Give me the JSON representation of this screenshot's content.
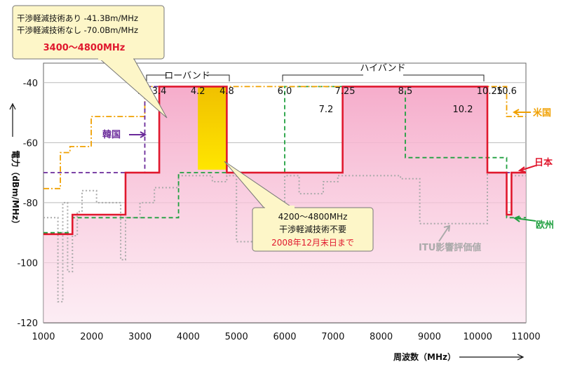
{
  "chart_data": {
    "type": "line",
    "xlabel": "周波数（MHz）",
    "ylabel": "電力（dBm/MHz）",
    "xlim": [
      1000,
      11000
    ],
    "ylim": [
      -120,
      -40
    ],
    "x_ticks": [
      1000,
      2000,
      3000,
      4000,
      5000,
      6000,
      7000,
      8000,
      9000,
      10000,
      11000
    ],
    "y_ticks": [
      -40,
      -60,
      -80,
      -100,
      -120
    ],
    "grid": true,
    "top_frequency_labels": [
      "3.1",
      "3.4",
      "4.2",
      "4.8",
      "6.0",
      "7.25",
      "8.5",
      "10.25",
      "10.6"
    ],
    "band_labels": {
      "low": "ローバンド",
      "high": "ハイバンド"
    },
    "inner_labels": [
      "7.2",
      "10.2"
    ],
    "series": [
      {
        "name": "日本",
        "color": "#e0182e",
        "style": "solid",
        "x": [
          1000,
          1600,
          1600,
          2700,
          2700,
          3400,
          3400,
          4800,
          4800,
          7200,
          7200,
          10200,
          10200,
          10600,
          10600,
          10700,
          10700,
          11000
        ],
        "y": [
          -90.5,
          -90.5,
          -84,
          -84,
          -70,
          -70,
          -41.3,
          -41.3,
          -70,
          -70,
          -41.3,
          -41.3,
          -70,
          -70,
          -84,
          -84,
          -70,
          -70
        ]
      },
      {
        "name": "米国",
        "color": "#f0a000",
        "style": "dashdot",
        "x": [
          1000,
          1350,
          1350,
          1550,
          1550,
          1990,
          1990,
          3100,
          3100,
          10600,
          10600,
          10700,
          10700,
          11000
        ],
        "y": [
          -75.3,
          -75.3,
          -63.3,
          -63.3,
          -61.3,
          -61.3,
          -51.3,
          -51.3,
          -41.3,
          -41.3,
          -51.3,
          -51.3,
          -51.3,
          -51.3
        ]
      },
      {
        "name": "欧州",
        "color": "#20a040",
        "style": "dashed",
        "x": [
          1000,
          1600,
          1600,
          2700,
          2700,
          3800,
          3800,
          6000,
          6000,
          8500,
          8500,
          10600,
          10600,
          10700,
          10700,
          11000
        ],
        "y": [
          -90,
          -90,
          -85,
          -85,
          -85,
          -85,
          -70,
          -70,
          -41.3,
          -41.3,
          -65,
          -65,
          -85,
          -85,
          -85,
          -85
        ]
      },
      {
        "name": "韓国",
        "color": "#6a2a9a",
        "style": "dashed",
        "x": [
          1000,
          3100,
          3100,
          3400,
          3400,
          4800,
          4800,
          7200,
          7200,
          10200,
          10200,
          11000
        ],
        "y": [
          -70,
          -70,
          -41.3,
          -41.3,
          -41.3,
          -41.3,
          -70,
          -70,
          -41.3,
          -41.3,
          -70,
          -70
        ]
      },
      {
        "name": "ITU影響評価値",
        "color": "#aaaaaa",
        "style": "dotted",
        "x": [
          1000,
          1300,
          1300,
          1400,
          1400,
          1500,
          1500,
          1600,
          1600,
          1700,
          1700,
          1800,
          1800,
          2100,
          2100,
          2600,
          2600,
          2700,
          2700,
          3000,
          3000,
          3300,
          3300,
          3800,
          3800,
          4500,
          4500,
          4800,
          4800,
          5000,
          5000,
          6000,
          6000,
          6300,
          6300,
          6800,
          6800,
          7100,
          7100,
          8400,
          8400,
          8800,
          8800,
          10200,
          10200,
          10600,
          10600,
          10700,
          10700,
          11000
        ],
        "y": [
          -85,
          -85,
          -113,
          -113,
          -80,
          -80,
          -103,
          -103,
          -91,
          -91,
          -83,
          -83,
          -76,
          -76,
          -80,
          -80,
          -99,
          -99,
          -85,
          -85,
          -80,
          -80,
          -75,
          -75,
          -71,
          -71,
          -73,
          -73,
          -71,
          -71,
          -93,
          -93,
          -71,
          -71,
          -77,
          -77,
          -73,
          -73,
          -71,
          -71,
          -72,
          -72,
          -87,
          -87,
          -70,
          -70,
          -83,
          -83,
          -71,
          -71
        ]
      }
    ],
    "highlight_region": {
      "x": [
        4200,
        4800
      ],
      "y": [
        -69,
        -41.3
      ],
      "color": "#ffe000"
    },
    "legend": [
      {
        "label": "米国",
        "color": "#f0a000"
      },
      {
        "label": "日本",
        "color": "#e0182e"
      },
      {
        "label": "欧州",
        "color": "#20a040"
      },
      {
        "label": "韓国",
        "color": "#6a2a9a"
      },
      {
        "label": "ITU影響評価値",
        "color": "#aaaaaa"
      }
    ],
    "annotations": {
      "box1": {
        "line1": "干渉軽減技術あり -41.3Bm/MHz",
        "line2": "干渉軽減技術なし -70.0Bm/MHz",
        "line3": "3400～4800MHz"
      },
      "box2": {
        "line1": "4200～4800MHz",
        "line2": "干渉軽減技術不要",
        "line3": "2008年12月末日まで"
      }
    }
  }
}
